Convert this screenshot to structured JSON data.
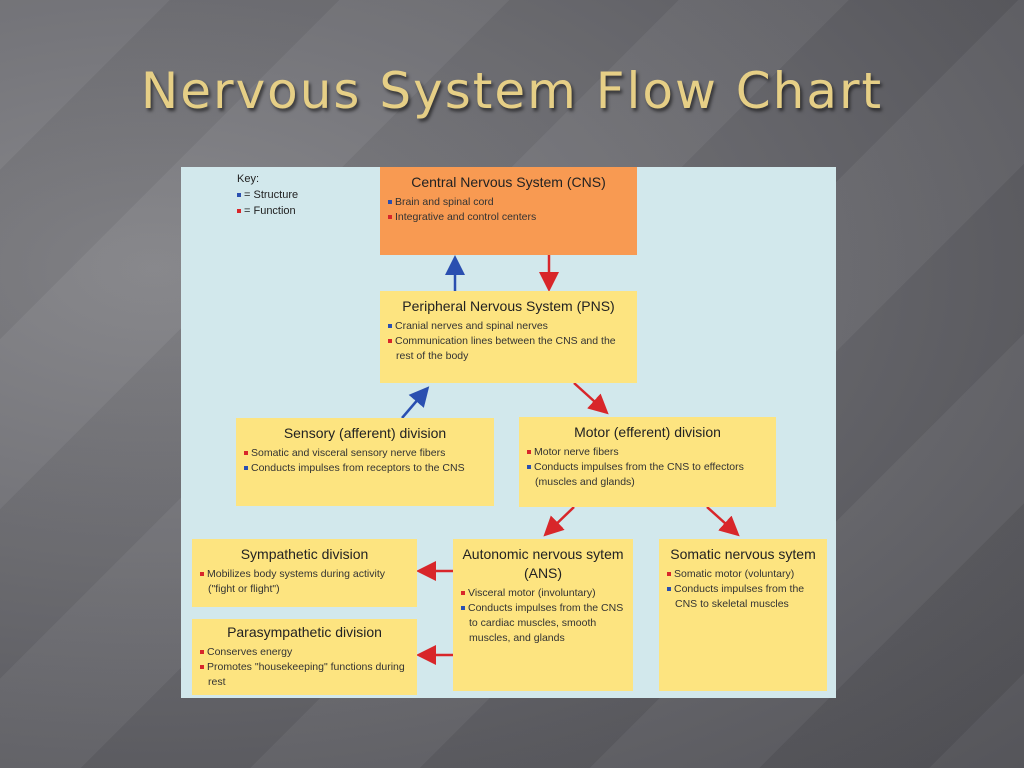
{
  "slide": {
    "title": "Nervous System Flow Chart"
  },
  "key": {
    "title": "Key:",
    "structure": "= Structure",
    "function": "= Function"
  },
  "colors": {
    "structure": "#2a4fb0",
    "function": "#d8262a",
    "box": "#fde480",
    "cns_box": "#f89a52",
    "title": "#e6cf86",
    "panel": "#d2e8ec"
  },
  "nodes": {
    "cns": {
      "title": "Central Nervous System (CNS)",
      "items": [
        "Brain and spinal cord",
        "Integrative and control centers"
      ]
    },
    "pns": {
      "title": "Peripheral Nervous System (PNS)",
      "items": [
        "Cranial nerves and spinal nerves",
        "Communication lines between the CNS and the rest of the body"
      ]
    },
    "sensory": {
      "title": "Sensory (afferent) division",
      "items": [
        "Somatic and visceral sensory nerve fibers",
        "Conducts impulses from receptors to the CNS"
      ]
    },
    "motor": {
      "title": "Motor (efferent) division",
      "items": [
        "Motor nerve fibers",
        "Conducts impulses from the CNS to effectors (muscles and glands)"
      ]
    },
    "sympathetic": {
      "title": "Sympathetic division",
      "items": [
        "Mobilizes body systems during activity (\"fight or flight\")"
      ]
    },
    "parasympathetic": {
      "title": "Parasympathetic division",
      "items": [
        "Conserves energy",
        "Promotes \"housekeeping\" functions during rest"
      ]
    },
    "autonomic": {
      "title": "Autonomic nervous sytem (ANS)",
      "items": [
        "Visceral motor (involuntary)",
        "Conducts impulses from the CNS to cardiac muscles, smooth muscles, and glands"
      ]
    },
    "somatic": {
      "title": "Somatic nervous sytem",
      "items": [
        "Somatic motor (voluntary)",
        "Conducts impulses from the CNS to skeletal muscles"
      ]
    }
  }
}
